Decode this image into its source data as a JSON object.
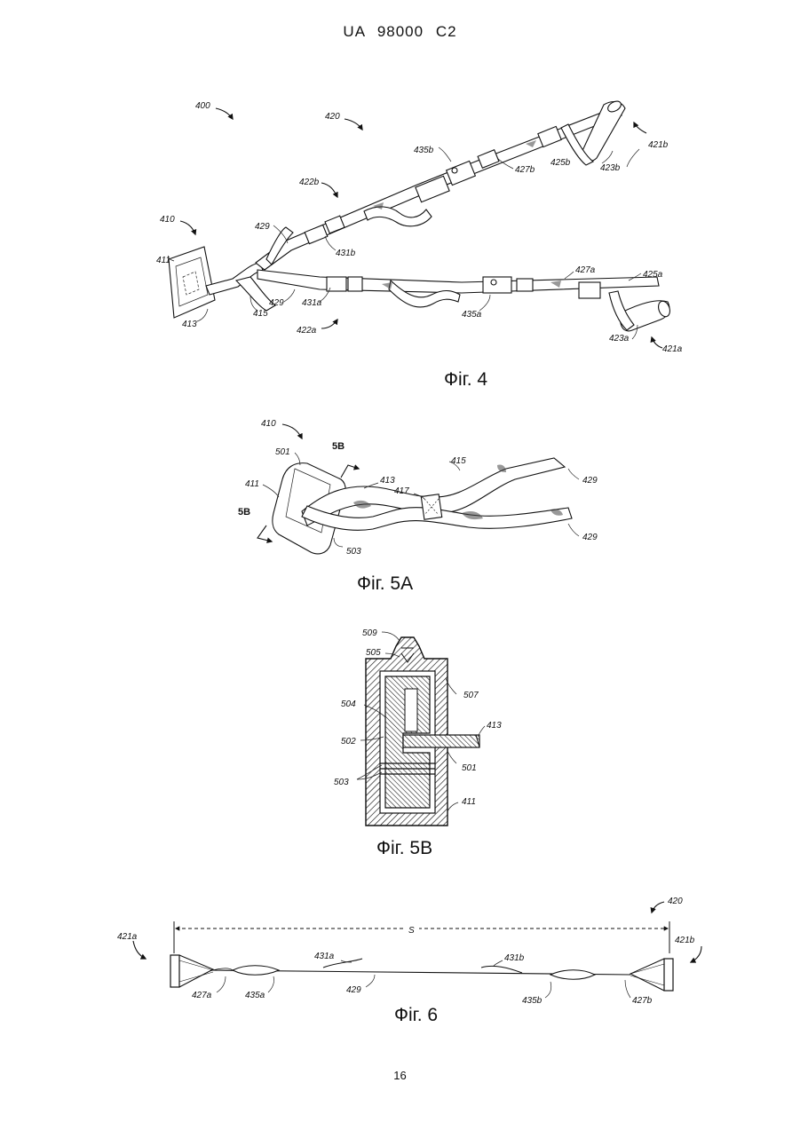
{
  "header": "UA 98000 C2",
  "page_number": "16",
  "figures": {
    "fig4": {
      "caption": "Фіг. 4",
      "labels": [
        "400",
        "420",
        "421b",
        "435b",
        "427b",
        "425b",
        "423b",
        "422b",
        "410",
        "429",
        "431b",
        "411",
        "427a",
        "425a",
        "415",
        "429",
        "431a",
        "435a",
        "413",
        "422a",
        "423a",
        "421a"
      ]
    },
    "fig5a": {
      "caption": "Фіг. 5А",
      "labels": [
        "410",
        "501",
        "5B",
        "411",
        "413",
        "415",
        "417",
        "429",
        "429",
        "5B",
        "503"
      ]
    },
    "fig5b": {
      "caption": "Фіг. 5В",
      "labels": [
        "509",
        "505",
        "507",
        "504",
        "413",
        "502",
        "501",
        "503",
        "411"
      ]
    },
    "fig6": {
      "caption": "Фіг. 6",
      "labels": [
        "420",
        "421a",
        "S",
        "421b",
        "431a",
        "431b",
        "427a",
        "435a",
        "429",
        "435b",
        "427b"
      ]
    }
  }
}
